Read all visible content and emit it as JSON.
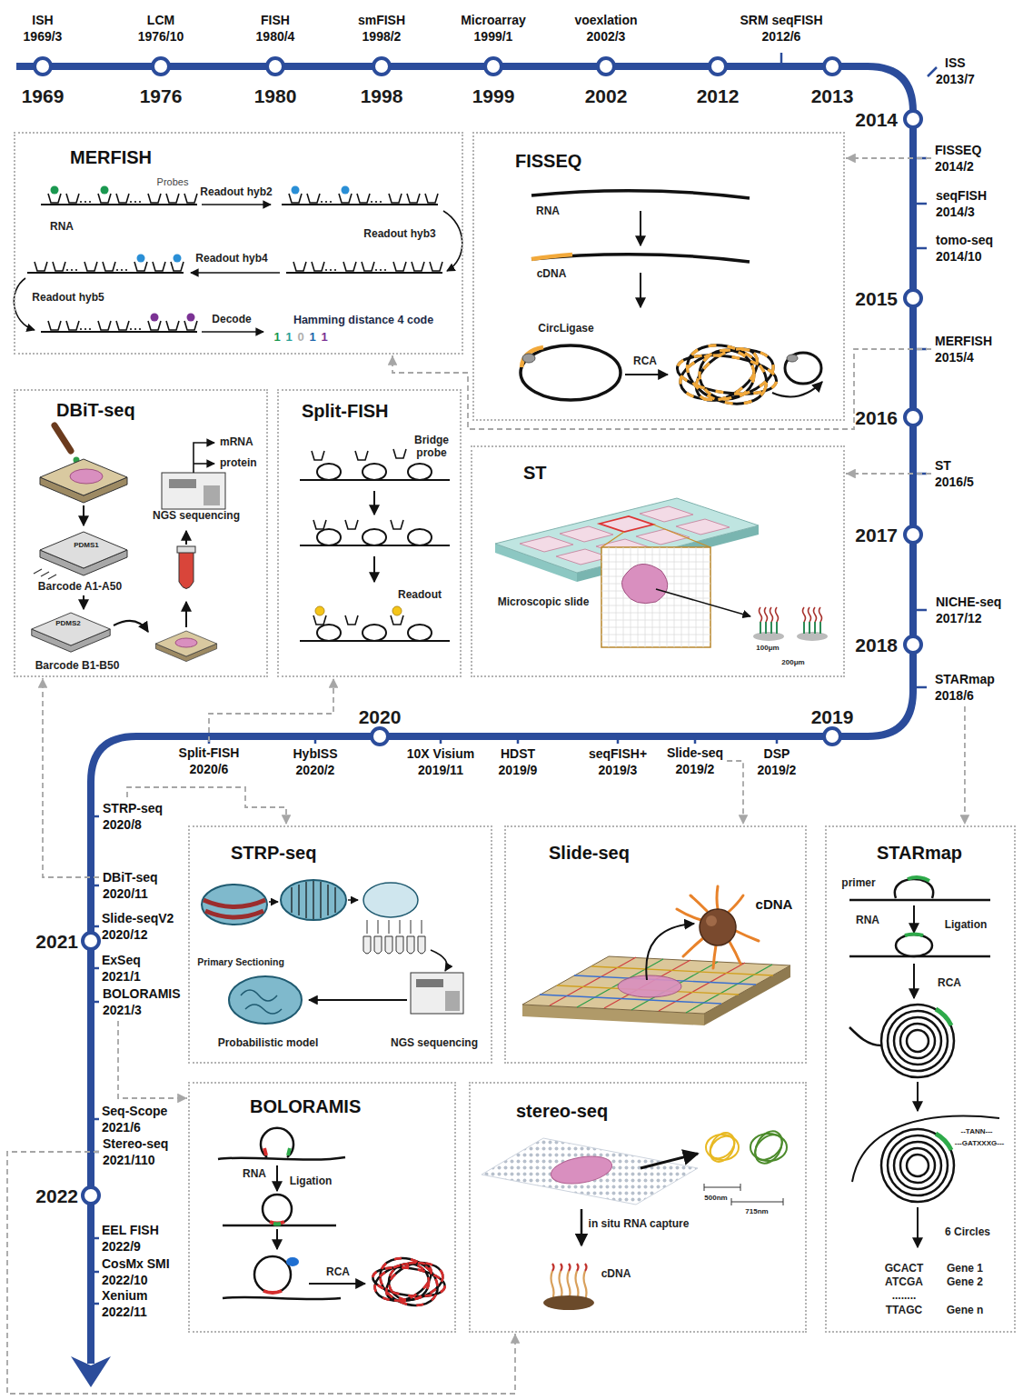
{
  "diagram": {
    "nodes": [
      {
        "text": [
          "MERFISH"
        ]
      },
      {
        "text": [
          "FISSEQ"
        ]
      },
      {
        "text": [
          "FISSEQ",
          "2014/2"
        ]
      },
      {
        "text": [
          "MERFISH",
          "2015/4"
        ]
      },
      {
        "text": [
          "DBiT-seq"
        ]
      },
      {
        "text": [
          "Split-FISH"
        ]
      },
      {
        "text": [
          "ST"
        ]
      },
      {
        "text": [
          "ST",
          "2016/5"
        ]
      },
      {
        "text": [
          "STARmap",
          "2018/6"
        ]
      },
      {
        "text": [
          "Slide-seq",
          "2019/2"
        ]
      },
      {
        "text": [
          "Split-FISH",
          "2020/6"
        ]
      },
      {
        "text": [
          "STRP-seq",
          "2020/8"
        ]
      },
      {
        "text": [
          "STRP-seq"
        ]
      },
      {
        "text": [
          "Slide-seq"
        ]
      },
      {
        "text": [
          "STARmap"
        ]
      },
      {
        "text": [
          "DBiT-seq",
          "2020/11"
        ]
      },
      {
        "text": [
          "BOLORAMIS",
          "2021/3"
        ]
      },
      {
        "text": [
          "Stereo-seq",
          "2021/110"
        ]
      },
      {
        "text": [
          "BOLORAMIS"
        ]
      },
      {
        "text": [
          "stereo-seq"
        ]
      }
    ],
    "edges": [
      {
        "from": 2,
        "to": 1,
        "arrow": "to"
      },
      {
        "from": 3,
        "to": 0,
        "arrow": "to"
      },
      {
        "from": 7,
        "to": 6,
        "arrow": "to"
      },
      {
        "from": 8,
        "to": 14,
        "arrow": "to"
      },
      {
        "from": 9,
        "to": 13,
        "arrow": "to"
      },
      {
        "from": 10,
        "to": 5,
        "arrow": "to"
      },
      {
        "from": 11,
        "to": 12,
        "arrow": "to"
      },
      {
        "from": 15,
        "to": 4,
        "arrow": "to"
      },
      {
        "from": 16,
        "to": 18,
        "arrow": "to"
      },
      {
        "from": 17,
        "to": 19,
        "arrow": "to"
      }
    ],
    "labels": [
      "ISH",
      "1969/3",
      "LCM",
      "1976/10",
      "FISH",
      "1980/4",
      "smFISH",
      "1998/2",
      "Microarray",
      "1999/1",
      "voexlation",
      "2002/3",
      "SRM seqFISH",
      "2012/6",
      "1969",
      "1976",
      "1980",
      "1998",
      "1999",
      "2002",
      "2012",
      "2013",
      "ISS",
      "2013/7",
      "2014",
      "seqFISH",
      "2014/3",
      "tomo-seq",
      "2014/10",
      "2015",
      "2016",
      "2017",
      "NICHE-seq",
      "2017/12",
      "2018",
      "2019",
      "2020",
      "DSP",
      "2019/2",
      "seqFISH+",
      "2019/3",
      "HDST",
      "2019/9",
      "10X Visium",
      "2019/11",
      "HybISS",
      "2020/2",
      "Slide-seqV2",
      "2020/12",
      "2021",
      "ExSeq",
      "2021/1",
      "Seq-Scope",
      "2021/6",
      "2022",
      "EEL FISH",
      "2022/9",
      "CosMx SMI",
      "2022/10",
      "Xenium",
      "2022/11",
      "Probes",
      "RNA",
      "Readout hyb2",
      "Readout hyb3",
      "Readout hyb4",
      "Readout hyb5",
      "Decode",
      "Hamming distance 4 code",
      "1",
      "1",
      "0",
      "1",
      "1",
      "RNA",
      "cDNA",
      "CircLigase",
      "RCA",
      "mRNA",
      "protein",
      "NGS sequencing",
      "PDMS1",
      "Barcode A1-A50",
      "PDMS2",
      "Barcode B1-B50",
      "Bridge probe",
      "Readout",
      "Microscopic slide",
      "100μm",
      "200μm",
      "Primary Sectioning",
      "Probabilistic model",
      "NGS sequencing",
      "cDNA",
      "primer",
      "RNA",
      "Ligation",
      "RCA",
      "--TANN---",
      "---GATXXXG---",
      "6 Circles",
      "GCACT",
      "Gene 1",
      "ATCGA",
      "Gene 2",
      "........",
      "TTAGC",
      "Gene n",
      "RNA",
      "Ligation",
      "RCA",
      "500nm",
      "715nm",
      "in situ RNA capture",
      "cDNA"
    ]
  }
}
